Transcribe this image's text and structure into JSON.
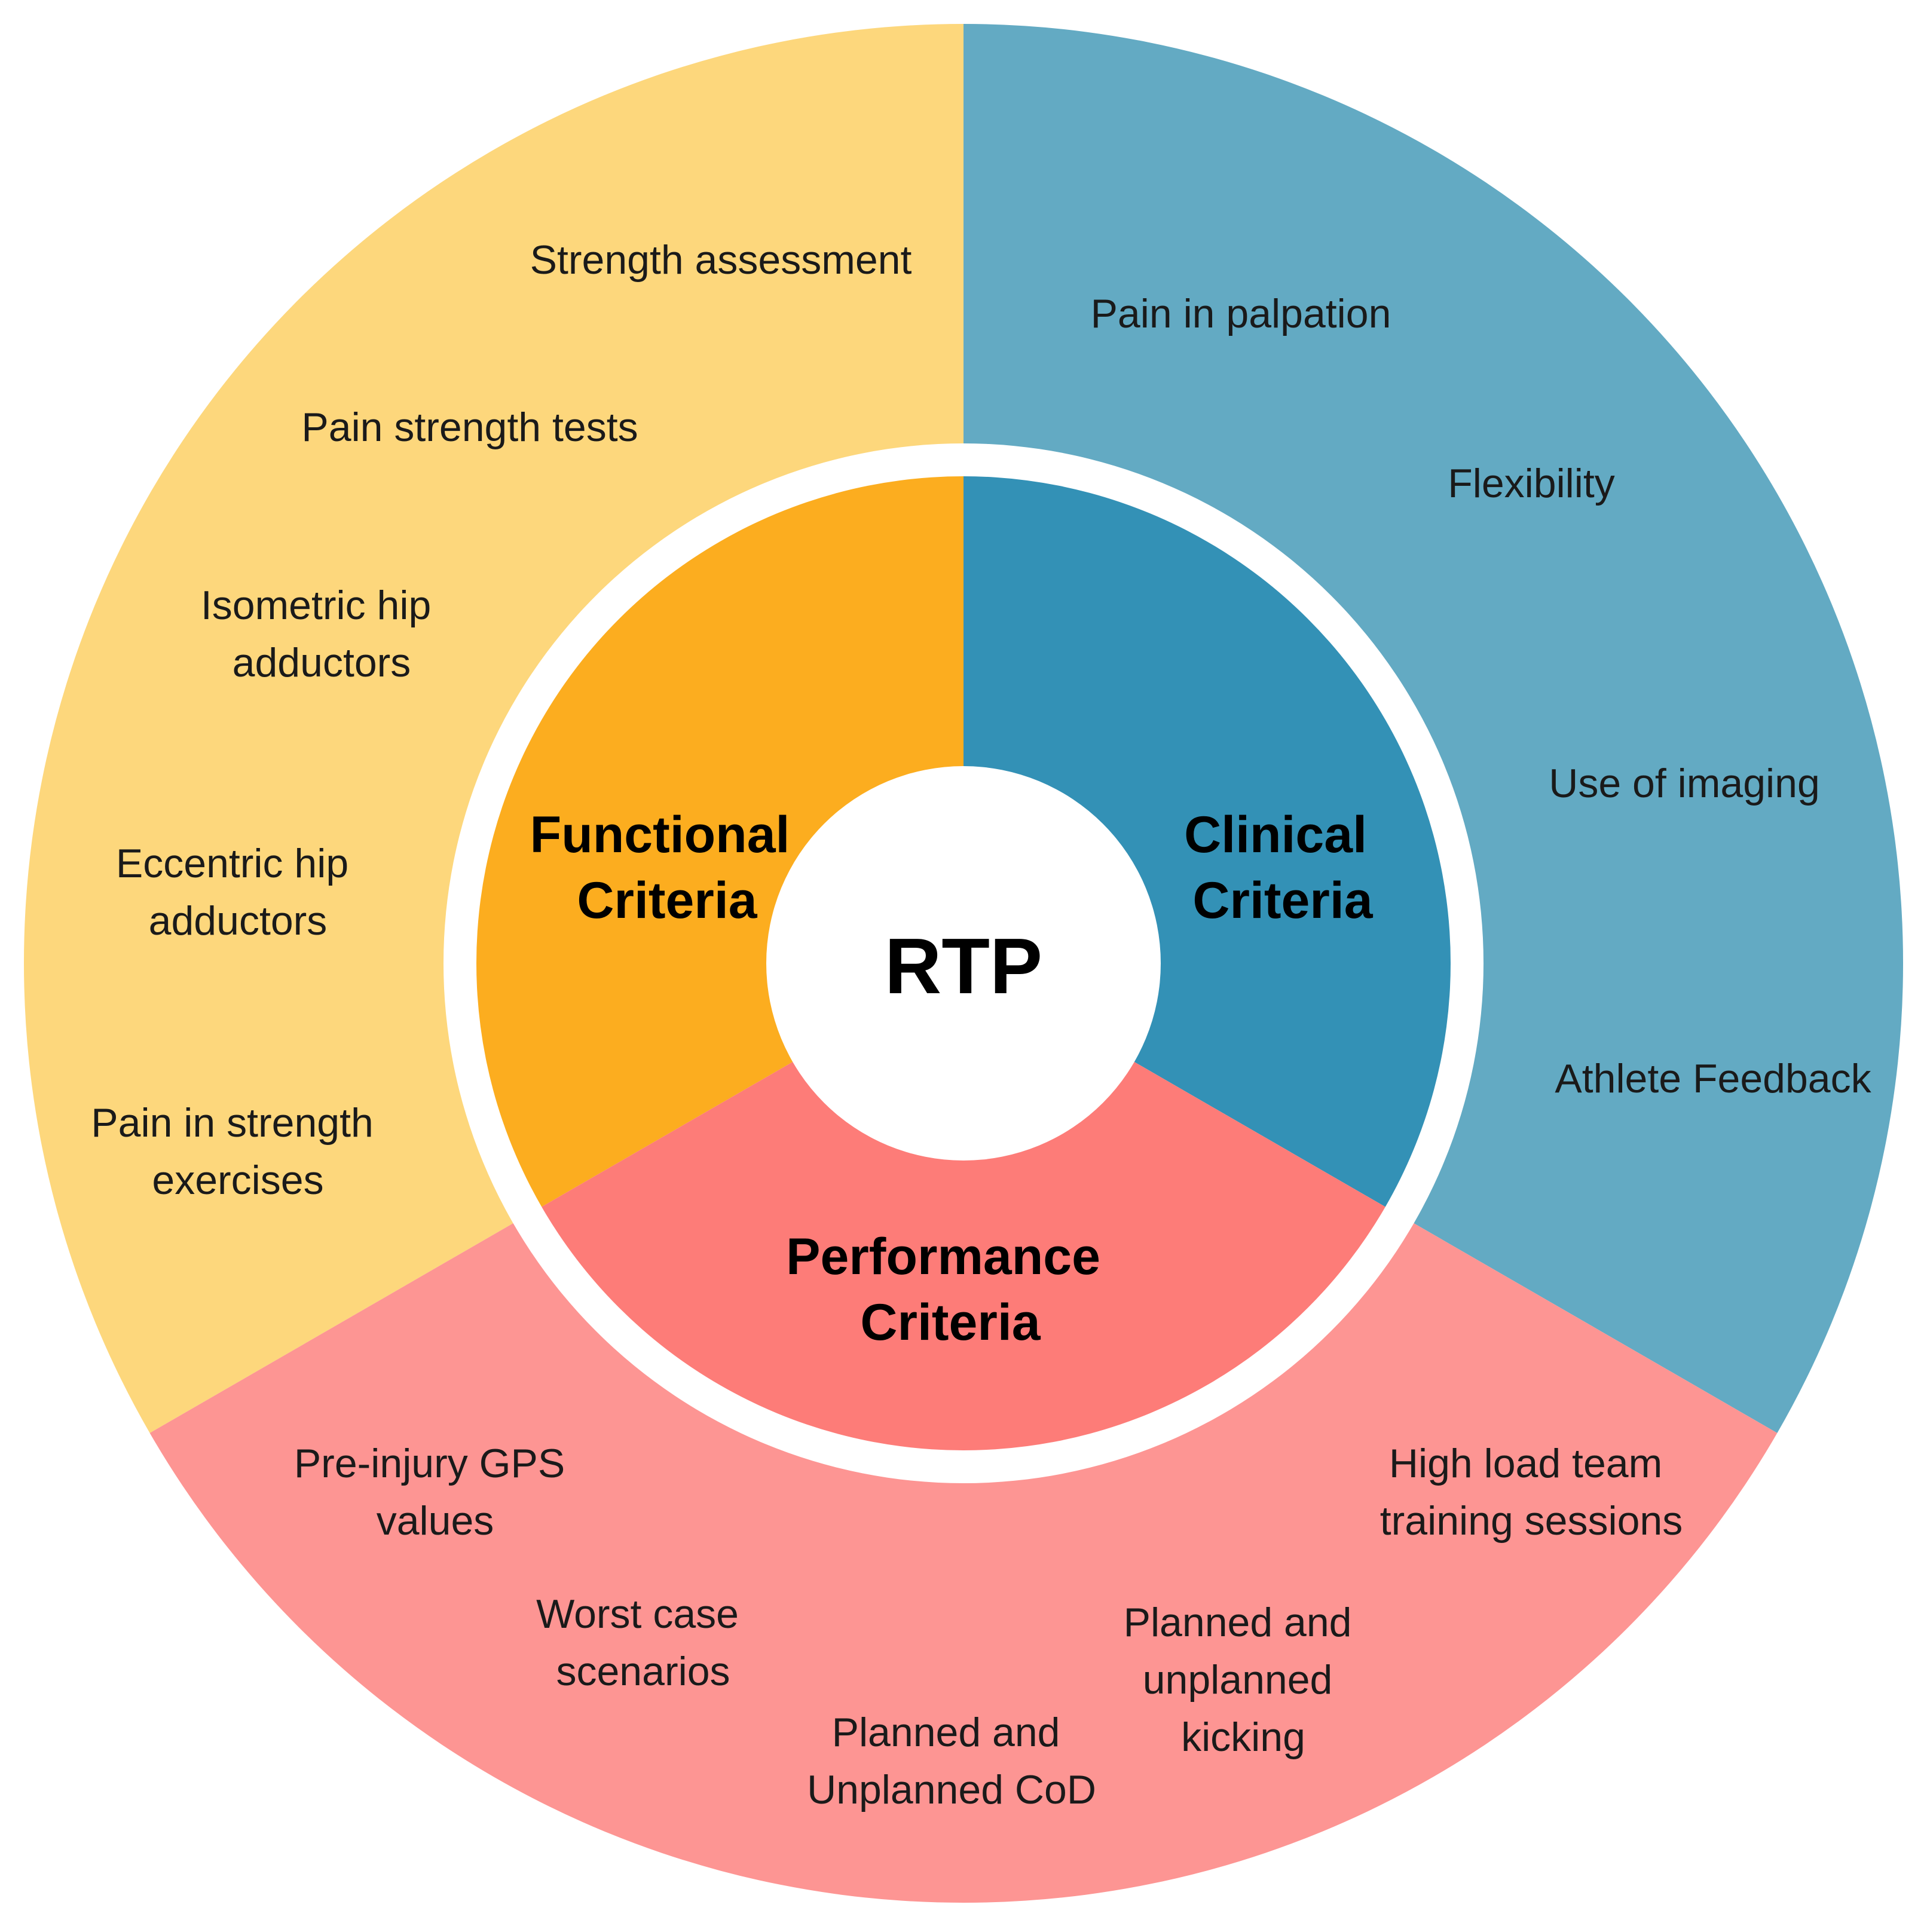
{
  "center": {
    "label": "RTP"
  },
  "colors": {
    "functional_outer": "#FDD77C",
    "functional_inner": "#FCAD1F",
    "clinical_outer": "#63AAC3",
    "clinical_inner": "#3391B6",
    "performance_outer": "#FD9593",
    "performance_inner": "#FD7C78",
    "separator": "#FFFFFF",
    "text": "#1A1A1A"
  },
  "sectors": {
    "functional": {
      "title_lines": [
        "Functional",
        "Criteria"
      ],
      "items": [
        [
          "Strength assessment"
        ],
        [
          "Pain strength tests"
        ],
        [
          "Isometric hip",
          "adductors"
        ],
        [
          "Eccentric hip",
          "adductors"
        ],
        [
          "Pain in strength",
          "exercises"
        ]
      ]
    },
    "clinical": {
      "title_lines": [
        "Clinical",
        "Criteria"
      ],
      "items": [
        [
          "Pain in palpation"
        ],
        [
          "Flexibility"
        ],
        [
          "Use of imaging"
        ],
        [
          "Athlete Feedback"
        ]
      ]
    },
    "performance": {
      "title_lines": [
        "Performance",
        "Criteria"
      ],
      "items": [
        [
          "Pre-injury GPS",
          "values"
        ],
        [
          "Worst case",
          "scenarios"
        ],
        [
          "Planned and",
          "Unplanned CoD"
        ],
        [
          "Planned and",
          "unplanned",
          "kicking"
        ],
        [
          "High load team",
          "training sessions"
        ]
      ]
    }
  }
}
